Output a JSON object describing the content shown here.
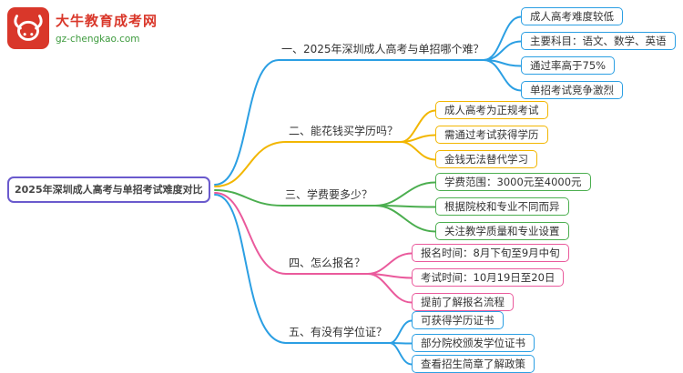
{
  "logo": {
    "site_name": "大牛教育成考网",
    "site_domain": "gz-chengkao.com"
  },
  "root": {
    "label": "2025年深圳成人高考与单招考试难度对比"
  },
  "branches": [
    {
      "label": "一、2025年深圳成人高考与单招哪个难？",
      "color": "#2b9fe3",
      "children": [
        "成人高考难度较低",
        "主要科目：语文、数学、英语",
        "通过率高于75%",
        "单招考试竞争激烈"
      ]
    },
    {
      "label": "二、能花钱买学历吗？",
      "color": "#f2b600",
      "children": [
        "成人高考为正规考试",
        "需通过考试获得学历",
        "金钱无法替代学习"
      ]
    },
    {
      "label": "三、学费要多少？",
      "color": "#4bae4f",
      "children": [
        "学费范围：3000元至4000元",
        "根据院校和专业不同而异",
        "关注教学质量和专业设置"
      ]
    },
    {
      "label": "四、怎么报名？",
      "color": "#ea5a9c",
      "children": [
        "报名时间：8月下旬至9月中旬",
        "考试时间：10月19日至20日",
        "提前了解报名流程"
      ]
    },
    {
      "label": "五、有没有学位证？",
      "color": "#2b9fe3",
      "children": [
        "可获得学历证书",
        "部分院校颁发学位证书",
        "查看招生简章了解政策"
      ]
    }
  ],
  "colors": {
    "root_border": "#6a5acd",
    "branch_1": "#2b9fe3",
    "branch_2": "#f2b600",
    "branch_3": "#4bae4f",
    "branch_4": "#ea5a9c",
    "branch_5": "#2b9fe3",
    "logo_red": "#d9372a",
    "logo_green": "#3e9b3e"
  }
}
